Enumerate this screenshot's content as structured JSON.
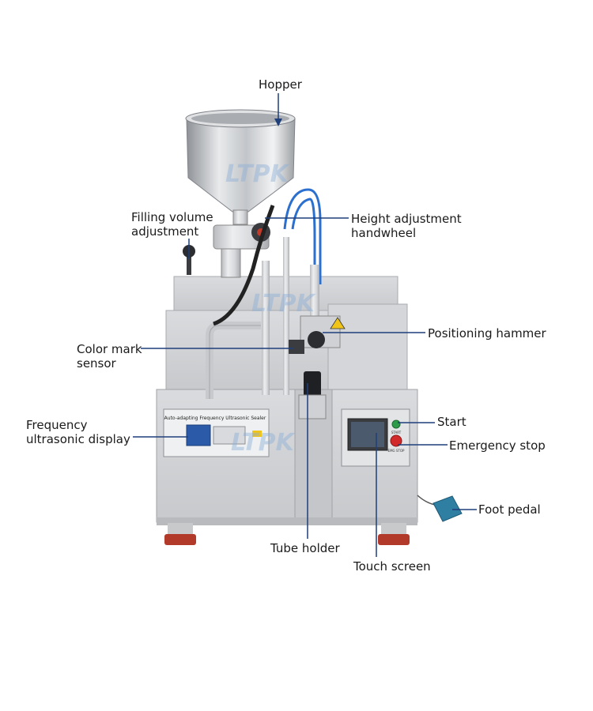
{
  "colors": {
    "leader": "#1f3f7a",
    "steel_light": "#e6e7e9",
    "steel_mid": "#c9cbce",
    "steel_dark": "#9a9ca0",
    "panel_blue": "#2a5aa8",
    "button_green": "#2e9b4a",
    "button_red": "#d22a2a",
    "watermark": "#8fb0d8"
  },
  "watermark": "LTPK",
  "panel": {
    "title": "Auto-adapting  Frequency  Ultrasonic Sealer",
    "start_tag": "START",
    "stop_tag": "EMG STOP"
  },
  "labels": {
    "hopper": "Hopper",
    "filling_volume": [
      "Filling volume",
      "adjustment"
    ],
    "height_adjustment": [
      "Height adjustment",
      "handwheel"
    ],
    "positioning_hammer": "Positioning hammer",
    "color_mark": [
      "Color mark",
      "sensor"
    ],
    "frequency_display": [
      "Frequency",
      "ultrasonic display"
    ],
    "start": "Start",
    "emergency_stop": "Emergency stop",
    "foot_pedal": "Foot pedal",
    "tube_holder": "Tube holder",
    "touch_screen": "Touch screen"
  }
}
